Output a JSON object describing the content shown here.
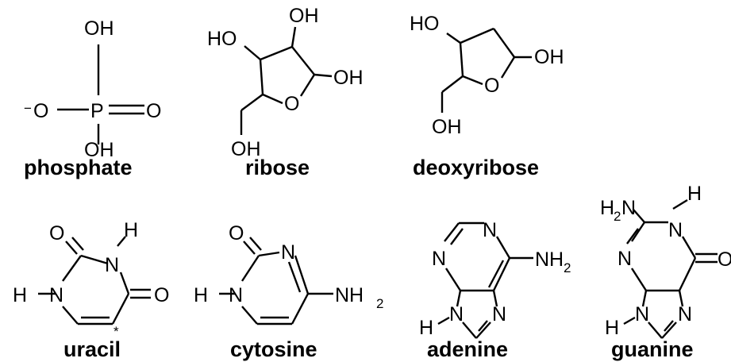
{
  "molecules": [
    {
      "key": "phosphate",
      "name": "phosphate"
    },
    {
      "key": "ribose",
      "name": "ribose"
    },
    {
      "key": "deoxyribose",
      "name": "deoxyribose"
    },
    {
      "key": "uracil",
      "name": "uracil"
    },
    {
      "key": "cytosine",
      "name": "cytosine"
    },
    {
      "key": "adenine",
      "name": "adenine"
    },
    {
      "key": "guanine",
      "name": "guanine"
    }
  ],
  "atoms": {
    "O": "O",
    "OH": "OH",
    "HO": "HO",
    "P": "P",
    "N": "N",
    "H": "H",
    "NH": "NH",
    "H2_sub": "2",
    "minus": "−",
    "asterisk": "*"
  }
}
